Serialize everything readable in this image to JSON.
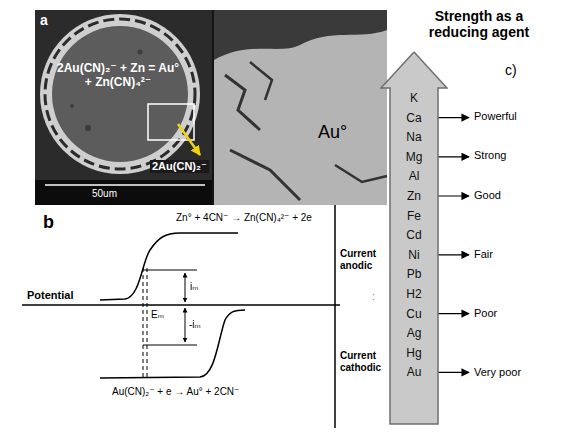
{
  "diagram": {
    "nodes": [
      {
        "text": [
          "K",
          "Ca",
          "Na",
          "Mg",
          "Al",
          "Zn",
          "Fe",
          "Cd",
          "Ni",
          "Pb",
          "H2",
          "Cu",
          "Ag",
          "Hg",
          "Au"
        ]
      }
    ],
    "labels": [
      "a",
      "2Au(CN)₂⁻ + Zn = Au° + Zn(CN)₄²⁻",
      "2Au(CN)₂⁻",
      "50um",
      "Au°",
      "b",
      "Zn° + 4CN⁻ → Zn(CN)₄²⁻ + 2e",
      "Au(CN)₂⁻ + e → Au° + 2CN⁻",
      "Potential",
      "Current anodic",
      "Current cathodic",
      "iₘ",
      "-iₘ",
      "Eₘ",
      "Strength as a reducing agent",
      "c)",
      "Powerful",
      "Strong",
      "Good",
      "Fair",
      "Poor",
      "Very poor",
      ":"
    ]
  }
}
